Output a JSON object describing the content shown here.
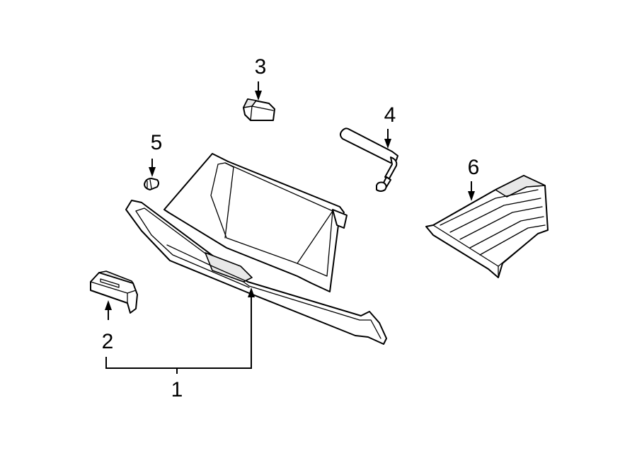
{
  "callouts": {
    "c1": "1",
    "c2": "2",
    "c3": "3",
    "c4": "4",
    "c5": "5",
    "c6": "6"
  },
  "colors": {
    "line": "#000000",
    "background": "#ffffff",
    "shade": "#e8e8e8"
  }
}
